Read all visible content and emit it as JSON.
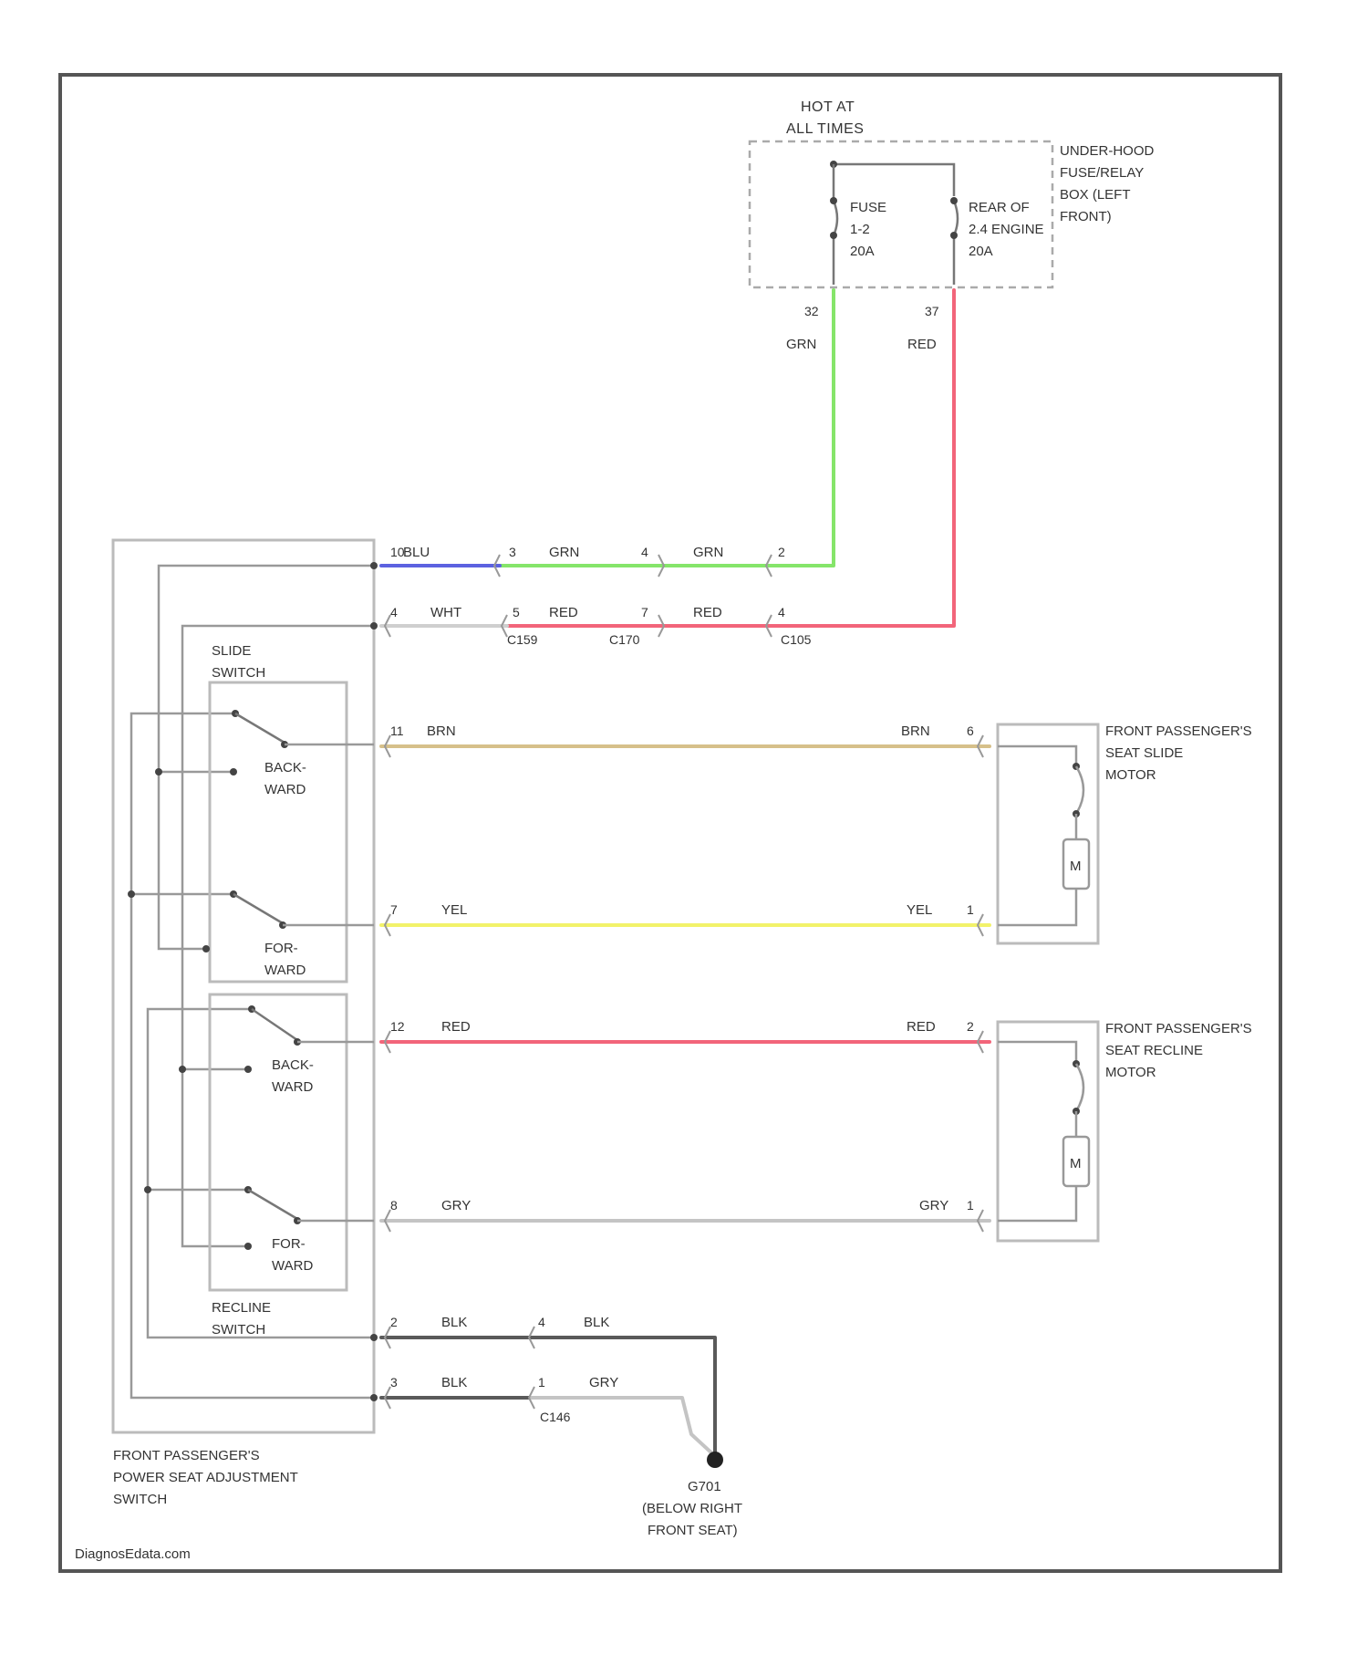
{
  "colors": {
    "blu": "#5c62e0",
    "grn": "#85e56a",
    "red": "#f2657a",
    "wht": "#cfcfcf",
    "brn": "#d6c08a",
    "yel": "#f2f26a",
    "gry": "#c4c4c4",
    "blk": "#5a5a5a",
    "frame": "#555555"
  },
  "power": {
    "title_1": "HOT AT",
    "title_2": "ALL TIMES",
    "box_label_1": "UNDER-HOOD",
    "box_label_2": "FUSE/RELAY",
    "box_label_3": "BOX (LEFT",
    "box_label_4": "FRONT)",
    "fuse_a_1": "FUSE",
    "fuse_a_2": "1-2",
    "fuse_a_3": "20A",
    "fuse_b_1": "REAR OF",
    "fuse_b_2": "2.4 ENGINE",
    "fuse_b_3": "20A",
    "pin_a": "32",
    "pin_b": "37"
  },
  "wires": {
    "grn": "GRN",
    "red": "RED",
    "blu": "BLU",
    "wht": "WHT",
    "brn": "BRN",
    "yel": "YEL",
    "gry": "GRY",
    "blk": "BLK"
  },
  "pins": {
    "blu_sw": "10",
    "grn_c1": "3",
    "grn_c2": "4",
    "grn_c3": "2",
    "wht_sw": "4",
    "red_c1": "5",
    "red_c2": "7",
    "red_c3": "4",
    "brn_sw": "11",
    "brn_m": "6",
    "yel_sw": "7",
    "yel_m": "1",
    "red_sw": "12",
    "red_m": "2",
    "gry_sw": "8",
    "gry_m": "1",
    "blk1_sw": "2",
    "blk1_c": "4",
    "blk2_sw": "3",
    "blk2_c": "1"
  },
  "connectors": {
    "c1": "C159",
    "c2": "C170",
    "c3": "C105",
    "c4": "C146"
  },
  "switch": {
    "slide_1": "SLIDE",
    "slide_2": "SWITCH",
    "back_1": "BACK-",
    "back_2": "WARD",
    "for_1": "FOR-",
    "for_2": "WARD",
    "recline_1": "RECLINE",
    "recline_2": "SWITCH",
    "name_1": "FRONT PASSENGER'S",
    "name_2": "POWER SEAT ADJUSTMENT",
    "name_3": "SWITCH"
  },
  "motors": {
    "slide_1": "FRONT PASSENGER'S",
    "slide_2": "SEAT SLIDE",
    "slide_3": "MOTOR",
    "recline_1": "FRONT PASSENGER'S",
    "recline_2": "SEAT RECLINE",
    "recline_3": "MOTOR",
    "m": "M"
  },
  "ground": {
    "id": "G701",
    "loc_1": "(BELOW RIGHT",
    "loc_2": "FRONT SEAT)"
  },
  "footer": {
    "credit": "DiagnosEdata.com"
  }
}
